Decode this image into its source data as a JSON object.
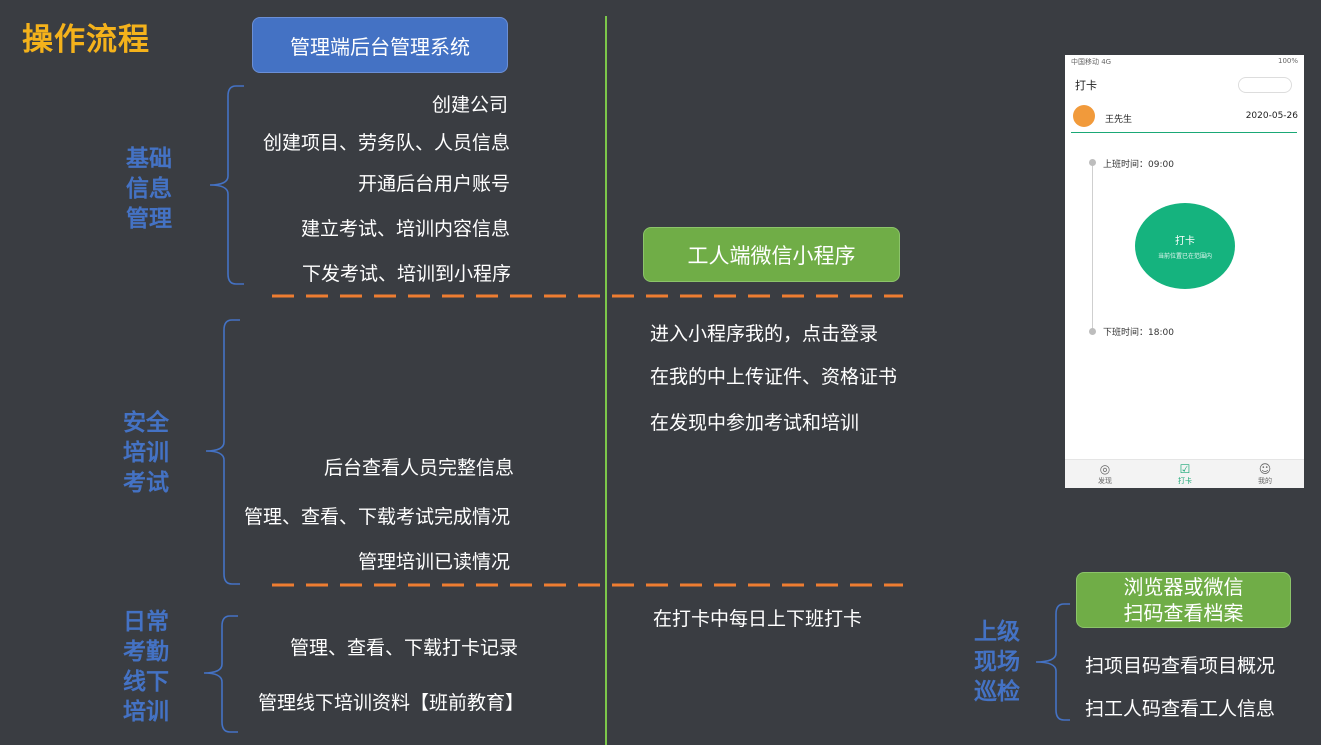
{
  "title": "操作流程",
  "admin_system": "管理端后台管理系统",
  "worker_app": "工人端微信小程序",
  "browser_box": {
    "line1": "浏览器或微信",
    "line2": "扫码查看档案"
  },
  "sections": {
    "basic": {
      "l1": "基础",
      "l2": "信息",
      "l3": "管理"
    },
    "safety": {
      "l1": "安全",
      "l2": "培训",
      "l3": "考试"
    },
    "daily": {
      "l1": "日常",
      "l2": "考勤",
      "l3": "线下",
      "l4": "培训"
    },
    "inspect": {
      "l1": "上级",
      "l2": "现场",
      "l3": "巡检"
    }
  },
  "basic_items": [
    "创建公司",
    "创建项目、劳务队、人员信息",
    "开通后台用户账号",
    "建立考试、培训内容信息",
    "下发考试、培训到小程序"
  ],
  "safety_items": [
    "后台查看人员完整信息",
    "管理、查看、下载考试完成情况",
    "管理培训已读情况"
  ],
  "daily_items": [
    "管理、查看、下载打卡记录",
    "管理线下培训资料【班前教育】"
  ],
  "worker_items": [
    "进入小程序我的，点击登录",
    "在我的中上传证件、资格证书",
    "在发现中参加考试和培训"
  ],
  "worker_daily": "在打卡中每日上下班打卡",
  "inspect_items": [
    "扫项目码查看项目概况",
    "扫工人码查看工人信息"
  ],
  "colors": {
    "accent_title": "#f4b21b",
    "blue": "#4472c4",
    "green": "#70ad47",
    "dash": "#ed7d31",
    "divider": "#7cc74a",
    "phone_green": "#15b37e"
  },
  "phone": {
    "status_left": "中国移动 4G",
    "status_right": "100%",
    "nav_title": "打卡",
    "user_name": "王先生",
    "date": "2020-05-26",
    "start_time": "上班时间：09:00",
    "end_time": "下班时间：18:00",
    "clock_label": "打卡",
    "clock_sub": "当前位置已在范围内",
    "tabs": {
      "discover": "发现",
      "clock": "打卡",
      "mine": "我的"
    }
  }
}
